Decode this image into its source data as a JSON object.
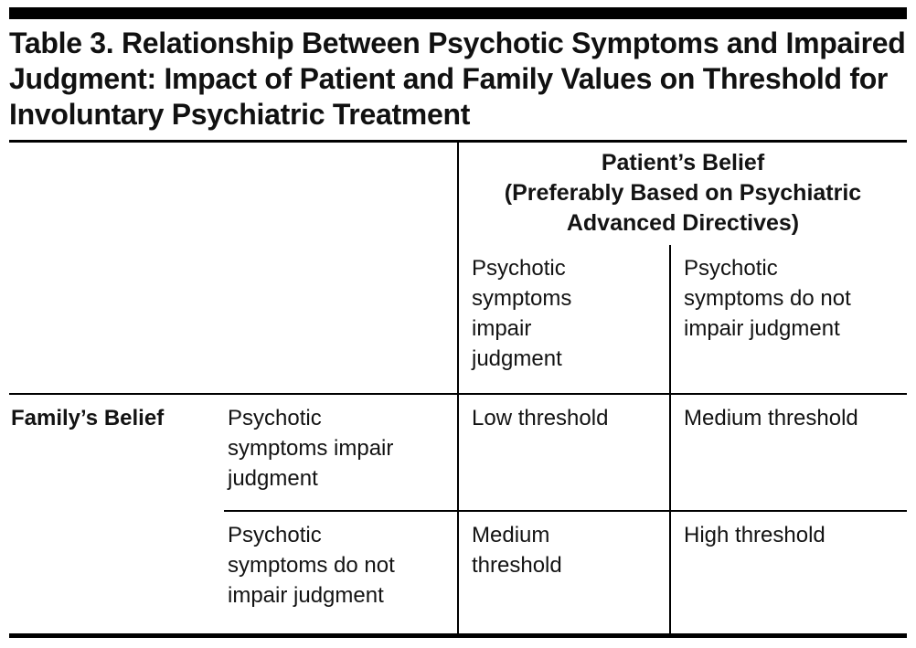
{
  "title": "Table 3. Relationship Between Psychotic Symptoms and Impaired Judgment: Impact of Patient and Family Values on Threshold for Involuntary Psychiatric Treatment",
  "table": {
    "column_group": {
      "title": "Patient’s Belief",
      "subtitle": "(Preferably Based on Psychiatric Advanced Directives)"
    },
    "column_headers": [
      "Psychotic symptoms impair judgment",
      "Psychotic symptoms do not impair judgment"
    ],
    "row_group_header": "Family’s Belief",
    "rows": [
      {
        "label": "Psychotic symptoms impair judgment",
        "cells": [
          "Low threshold",
          "Medium threshold"
        ]
      },
      {
        "label": "Psychotic symptoms do not impair judgment",
        "cells": [
          "Medium threshold",
          "High threshold"
        ]
      }
    ]
  },
  "colors": {
    "background": "#ffffff",
    "text": "#131313",
    "rule": "#000000"
  }
}
